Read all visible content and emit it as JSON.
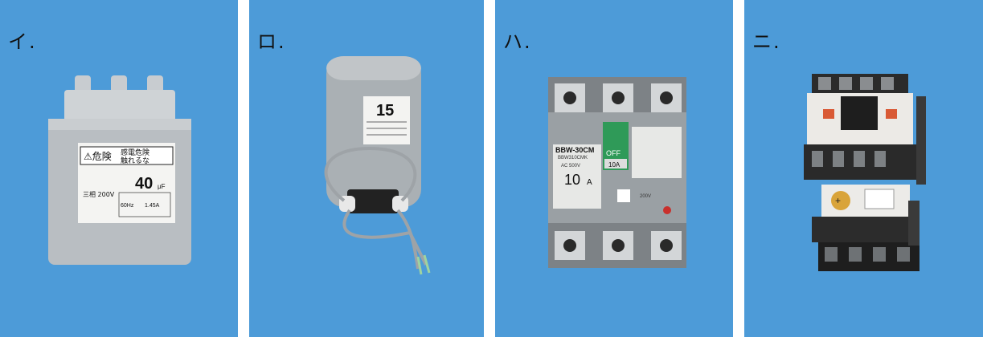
{
  "panels": [
    {
      "label": "イ.",
      "photo": "capacitor-box",
      "texts": {
        "warning": "⚠危険",
        "warning_sub1": "感電危険",
        "warning_sub2": "触れるな",
        "value": "40",
        "unit": "μF",
        "spec1": "三相 200V",
        "spec2": "60Hz",
        "spec3": "1.45A"
      }
    },
    {
      "label": "ロ.",
      "photo": "cylindrical-capacitor",
      "texts": {
        "number": "15"
      }
    },
    {
      "label": "ハ.",
      "photo": "circuit-breaker",
      "texts": {
        "model": "BBW-30CM",
        "model_sub": "BBW310CMK",
        "rating": "10",
        "rating_unit": "A",
        "ac": "AC 500V",
        "off": "OFF",
        "trip": "10A",
        "volts": "200V"
      }
    },
    {
      "label": "ニ.",
      "photo": "magnetic-contactor-with-thermal-relay",
      "texts": {}
    }
  ],
  "colors": {
    "background": "#4d9bd8",
    "page": "#ffffff"
  }
}
